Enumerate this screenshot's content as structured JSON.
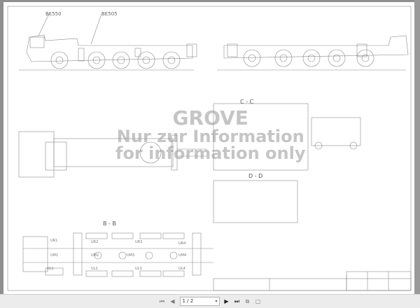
{
  "viewer": {
    "toolbar": {
      "first_page": "⏮",
      "prev_page": "◀",
      "page_indicator": "1 / 2",
      "dropdown": "▾",
      "next_page": "▶",
      "last_page": "⏭",
      "fit_page": "⧉",
      "fit_width": "▢"
    }
  },
  "drawing": {
    "callouts": {
      "be550": "BE550",
      "be505": "BE505",
      "section_c": "C - C",
      "section_d": "D - D",
      "section_b": "B - B",
      "ul1": "UL1",
      "ul2": "UL2",
      "ul3": "UL3",
      "ul4": "UL4",
      "ur1": "UR1",
      "ur2": "UR2",
      "ur3": "UR3",
      "ur4": "UR4",
      "um1": "UM1",
      "um2": "UM2",
      "um3": "UM3",
      "um4": "UM4"
    },
    "watermark": {
      "line1": "GROVE",
      "line2": "Nur zur Information",
      "line3": "for information only"
    }
  }
}
